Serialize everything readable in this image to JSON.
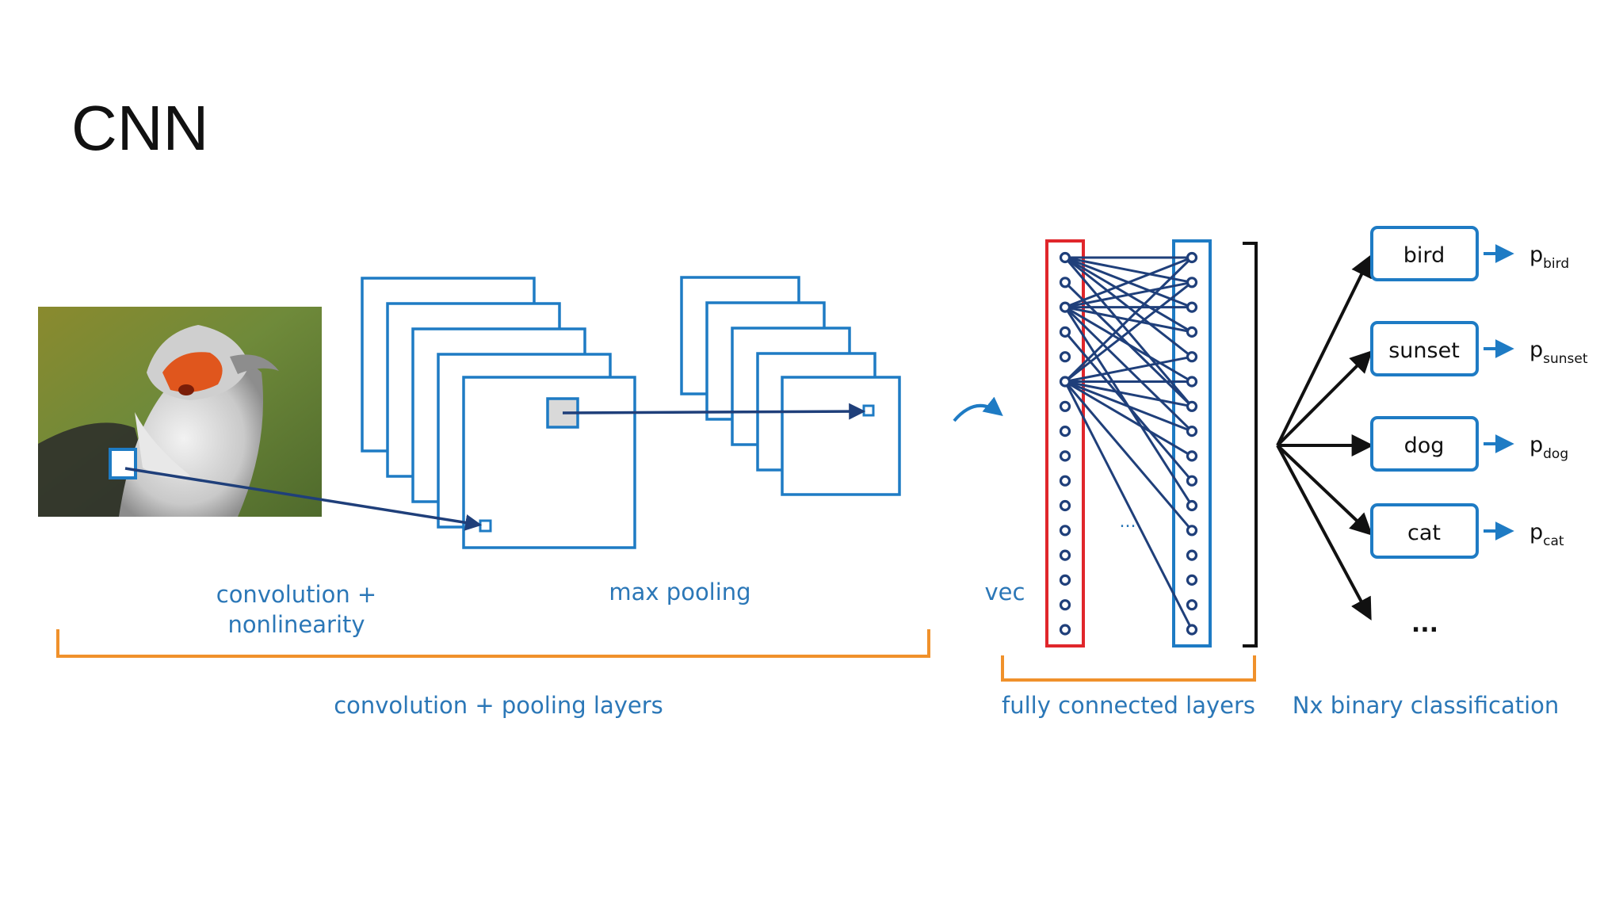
{
  "slide": {
    "title": "CNN"
  },
  "diagram": {
    "labels": {
      "convolution_line1": "convolution +",
      "convolution_line2": "nonlinearity",
      "max_pooling": "max pooling",
      "vec": "vec",
      "ellipsis_hidden": "...",
      "section_conv_pool": "convolution + pooling layers",
      "section_fc": "fully connected layers",
      "section_classification": "Nx binary classification",
      "more_classes": "..."
    },
    "classes": [
      {
        "label": "bird",
        "prob_base": "p",
        "prob_sub": "bird"
      },
      {
        "label": "sunset",
        "prob_base": "p",
        "prob_sub": "sunset"
      },
      {
        "label": "dog",
        "prob_base": "p",
        "prob_sub": "dog"
      },
      {
        "label": "cat",
        "prob_base": "p",
        "prob_sub": "cat"
      }
    ],
    "colors": {
      "blue": "#1e7bc4",
      "dark_blue": "#1f3f7a",
      "orange": "#f0912b",
      "red": "#e0262b",
      "black": "#111111",
      "text_blue": "#2b77b7"
    }
  }
}
